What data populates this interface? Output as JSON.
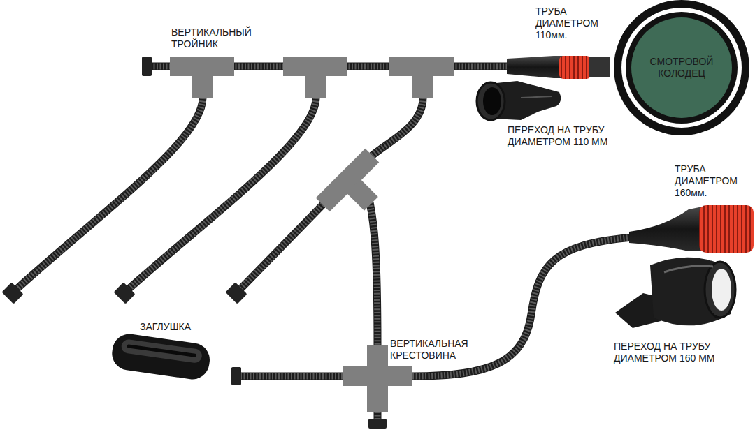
{
  "diagram": {
    "nodes": [
      {
        "text": [
          "СМОТРОВОЙ КОЛОДЕЦ"
        ]
      }
    ],
    "labels": [
      "ВЕРТИКАЛЬНЫЙ ТРОЙНИК",
      "ТРУБА ДИАМЕТРОМ 110мм.",
      "ПЕРЕХОД НА ТРУБУ ДИАМЕТРОМ 110 ММ",
      "ТРУБА ДИАМЕТРОМ 160мм.",
      "ЗАГЛУШКА",
      "ВЕРТИКАЛЬНАЯ КРЕСТОВИНА",
      "ПЕРЕХОД НА ТРУБУ ДИАМЕТРОМ 160 ММ"
    ]
  }
}
